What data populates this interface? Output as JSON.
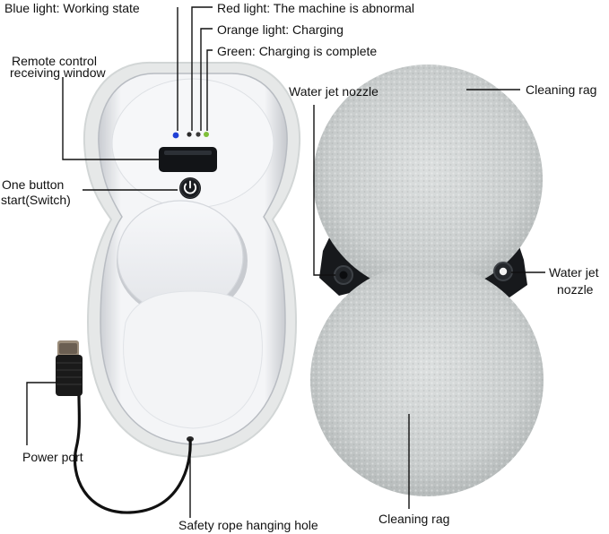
{
  "labels": {
    "blue_light": "Blue light: Working state",
    "red_light": "Red light: The machine is abnormal",
    "orange_light": "Orange light: Charging",
    "green_light": "Green: Charging is complete",
    "remote_line1": "Remote control",
    "remote_line2": "receiving window",
    "button_line1": "One button",
    "button_line2": "start(Switch)",
    "power_port": "Power port",
    "safety_rope": "Safety rope hanging hole",
    "water_jet_left": "Water jet nozzle",
    "cleaning_rag_top": "Cleaning rag",
    "water_jet_right_line1": "Water jet",
    "water_jet_right_line2": "nozzle",
    "cleaning_rag_bottom": "Cleaning rag"
  },
  "colors": {
    "led_blue": "#1f3fd6",
    "led_red": "#2a2a2a",
    "led_orange": "#3a3a3a",
    "led_green": "#7fbf3a",
    "body": "#eef0f3",
    "rag": "#cfd3d3",
    "leader_line": "#111111"
  },
  "icons": {
    "power_button": "power-icon"
  }
}
